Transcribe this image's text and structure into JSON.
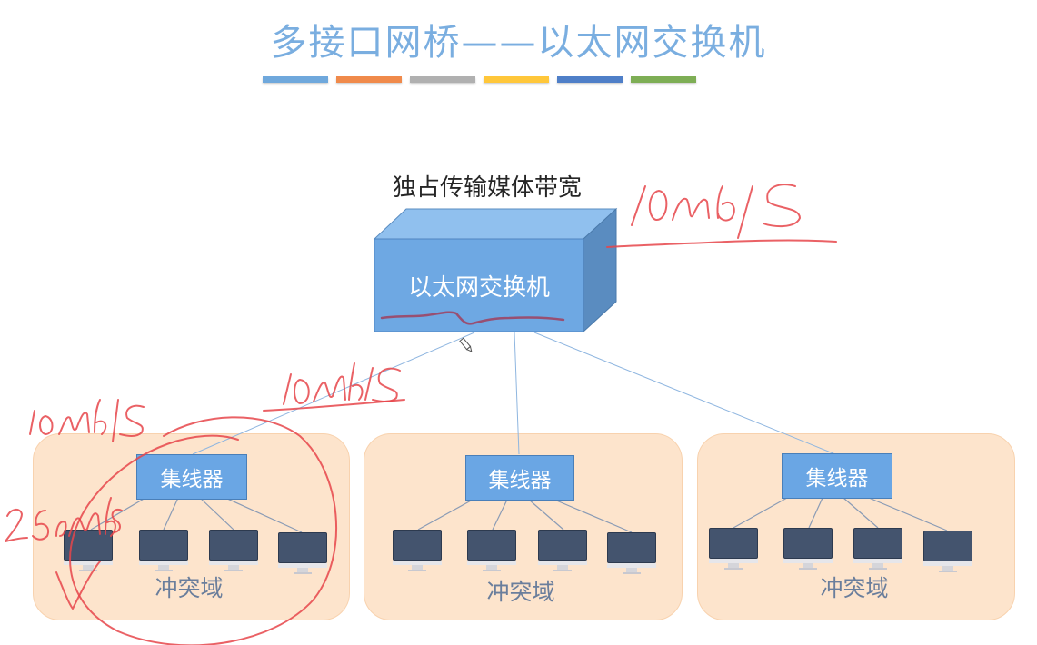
{
  "slide": {
    "title": "多接口网桥——以太网交换机",
    "color_bars": [
      "#6fa8dc",
      "#f08a4b",
      "#b0b0b0",
      "#ffc73a",
      "#4f7fc8",
      "#7eae55"
    ],
    "subtitle": "独占传输媒体带宽"
  },
  "switch": {
    "label": "以太网交换机",
    "front_color": "#6ea8e3",
    "top_color": "#90c0ee",
    "side_color": "#5a8cc0"
  },
  "domains": [
    {
      "hub_label": "集线器",
      "domain_label": "冲突域",
      "pc_count": 4
    },
    {
      "hub_label": "集线器",
      "domain_label": "冲突域",
      "pc_count": 4
    },
    {
      "hub_label": "集线器",
      "domain_label": "冲突域",
      "pc_count": 4
    }
  ],
  "annotations": {
    "switch_bandwidth": "10Mb/s",
    "link_bandwidth": "10Mb/s",
    "hub_bandwidth": "10Mb/s",
    "per_host_bandwidth": "2.5Mb/s",
    "ink_color": "#e6454a"
  }
}
